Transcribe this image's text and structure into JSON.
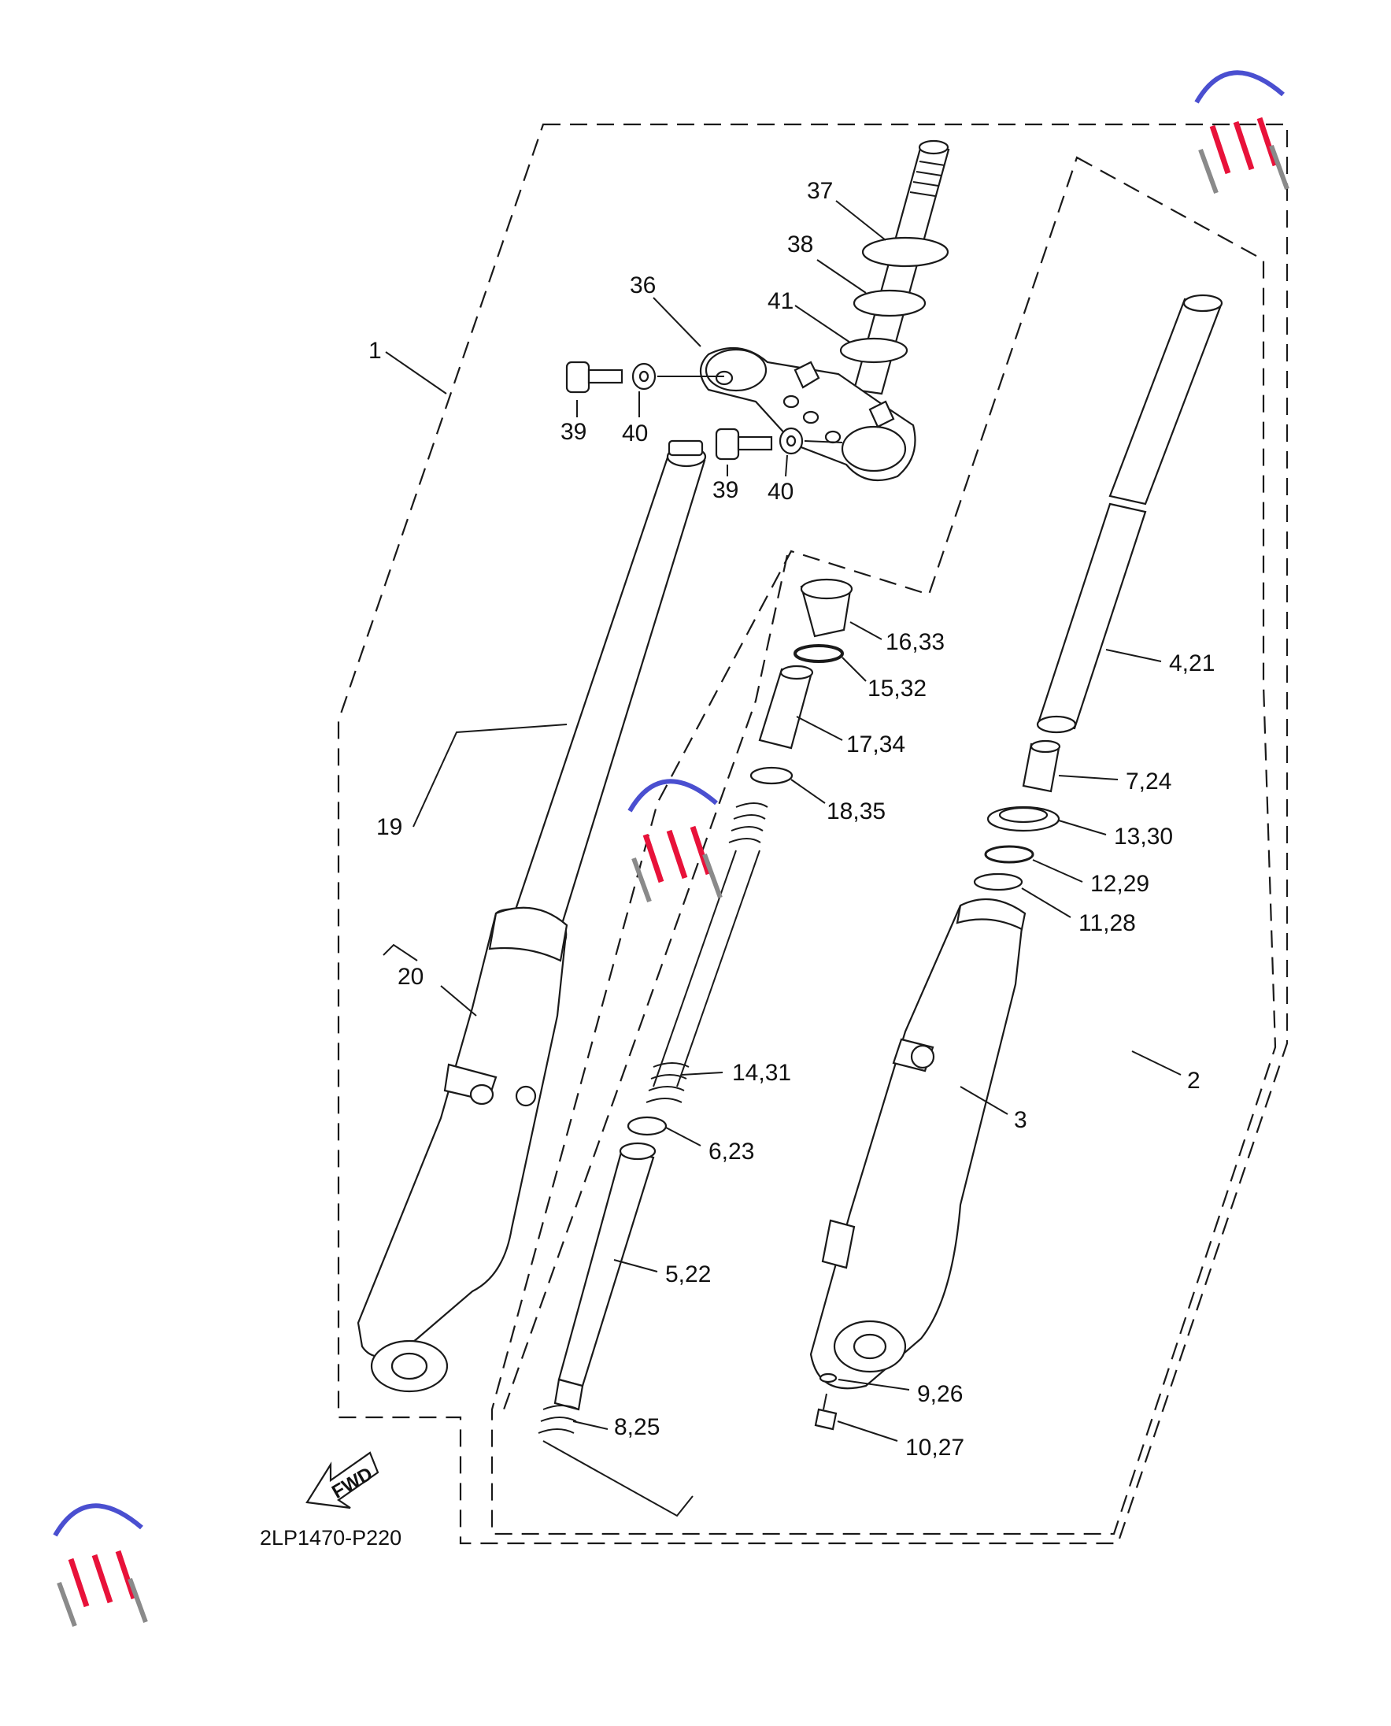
{
  "diagram_code": "2LP1470-P220",
  "fwd_label": "FWD",
  "callouts": [
    "1",
    "2",
    "3",
    "4,21",
    "5,22",
    "6,23",
    "7,24",
    "8,25",
    "9,26",
    "10,27",
    "11,28",
    "12,29",
    "13,30",
    "14,31",
    "15,32",
    "16,33",
    "17,34",
    "18,35",
    "19",
    "20",
    "36",
    "37",
    "38",
    "39",
    "39",
    "40",
    "40",
    "41"
  ],
  "colors": {
    "line": "#1a1a1a",
    "background": "#ffffff",
    "watermark_blue": "#4a4fd0",
    "watermark_red": "#e8123a"
  }
}
